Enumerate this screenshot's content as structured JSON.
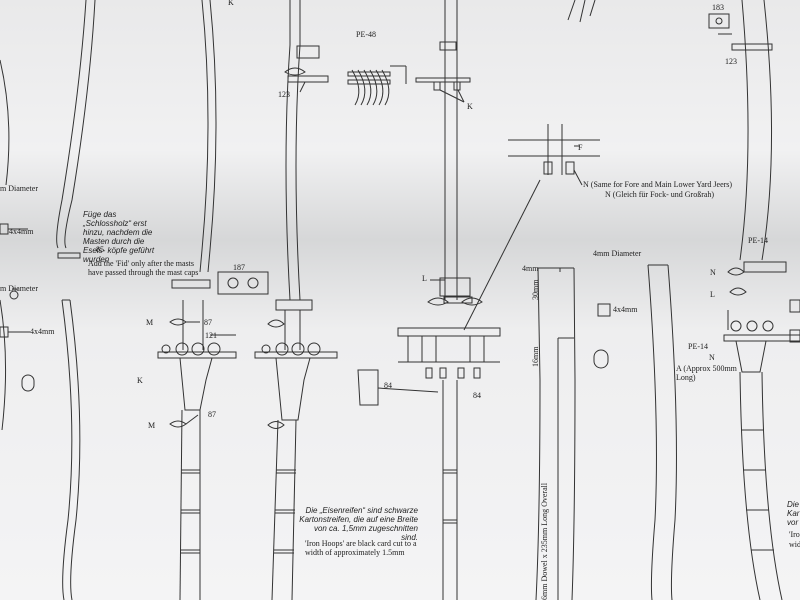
{
  "labels": {
    "k_top": "K",
    "pe48": "PE-48",
    "k_pe": "K",
    "n183": "183",
    "n123_left": "123",
    "n123_right": "123",
    "f_label": "F",
    "n_same": "N (Same for Fore and Main Lower Yard Jeers)",
    "n_gleich": "N (Gleich für Fock- und Großrah)",
    "m_diameter": "m Diameter",
    "x4mm_1": "4x4mm",
    "fuge": "Füge das „Schlossholz“ erst hinzu, nachdem die Masten durch die Esels- köpfe geführt wurden",
    "n85": "85",
    "add_fid": "Add the 'Fid' only after the masts have passed through the mast caps",
    "n187": "187",
    "mm_diameter_left": "m Diameter",
    "x4mm_2": "4x4mm",
    "m1": "M",
    "n87_1": "87",
    "n121": "121",
    "k_left": "K",
    "m2": "M",
    "n87_2": "87",
    "l_mid": "L",
    "n84_1": "84",
    "n84_2": "84",
    "d4mm": "4mm Diameter",
    "d4mm_short": "4mm",
    "x4mm_3": "4x4mm",
    "n30mm": "30mm",
    "n16mm": "16mm",
    "dowel": "6mm Dowel x 235mm Long Overall",
    "pe14_top": "PE-14",
    "n_r1": "N",
    "l_r": "L",
    "pe14_mid": "PE-14",
    "n_r2": "N",
    "approx": "A (Approx 500mm Long)",
    "eisen": "Die „Eisenreifen“ sind schwarze Kartonstreifen, die auf eine Breite von ca. 1,5mm zugeschnitten sind.",
    "iron": "'Iron Hoops' are black card cut to a width of approximately 1.5mm",
    "die_r": "Die",
    "kar_r": "Kar",
    "vor_r": "vor",
    "iro_r": "'Iro",
    "wid_r": "wid"
  }
}
